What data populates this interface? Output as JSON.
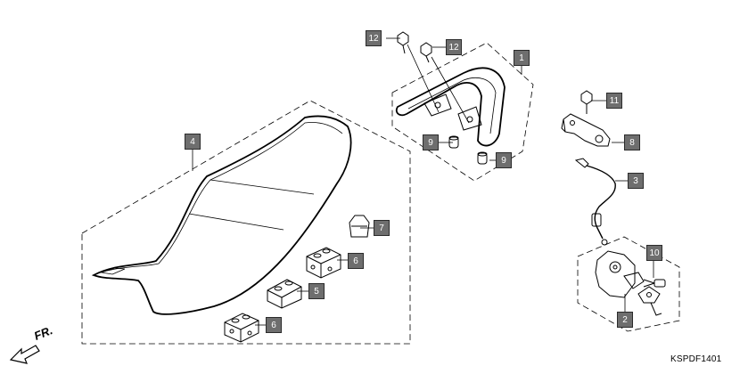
{
  "callouts": {
    "c1": "1",
    "c2": "2",
    "c3": "3",
    "c4": "4",
    "c5": "5",
    "c6a": "6",
    "c6b": "6",
    "c7": "7",
    "c8": "8",
    "c9a": "9",
    "c9b": "9",
    "c10": "10",
    "c11": "11",
    "c12a": "12",
    "c12b": "12"
  },
  "direction_label": "FR.",
  "drawing_code": "KSPDF1401",
  "colors": {
    "callout_fill": "#6e6e6e",
    "line": "#000000",
    "background": "#ffffff"
  }
}
